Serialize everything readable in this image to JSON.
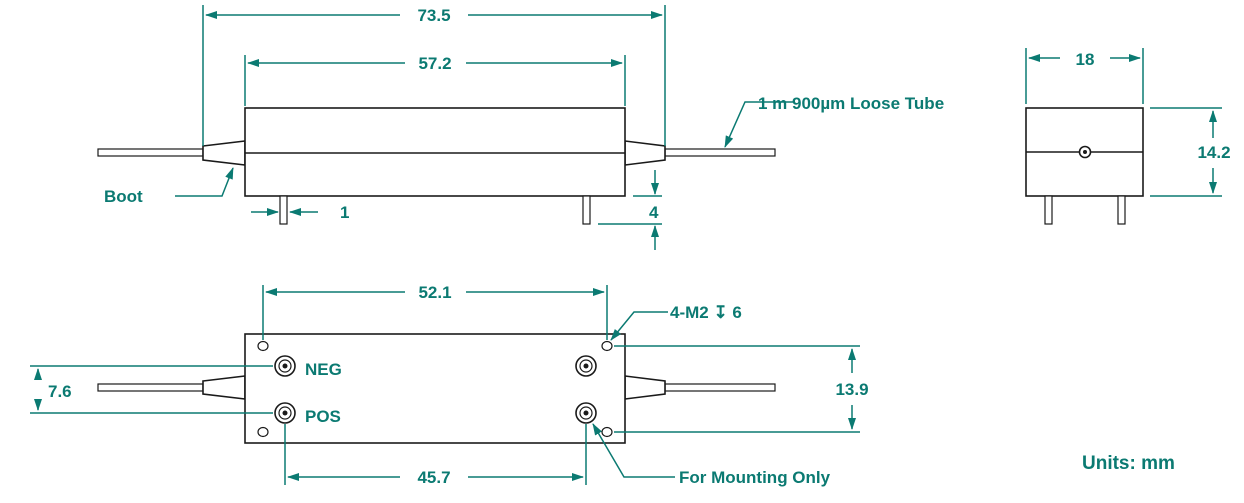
{
  "colors": {
    "annotation": "#0b7a72",
    "outline": "#1a1a1a"
  },
  "dimensions": {
    "overall_length": "73.5",
    "body_length": "57.2",
    "module_width": "18",
    "module_height": "14.2",
    "pin_width": "1",
    "pin_length": "4",
    "hole_spacing_x": "52.1",
    "pin_spacing_x": "45.7",
    "fiber_offset": "7.6",
    "hole_spacing_y": "13.9"
  },
  "labels": {
    "fiber": "1 m 900µm Loose Tube",
    "boot": "Boot",
    "holes": "4-M2 ↧ 6",
    "mounting": "For Mounting Only",
    "neg": "NEG",
    "pos": "POS",
    "units": "Units: mm"
  }
}
